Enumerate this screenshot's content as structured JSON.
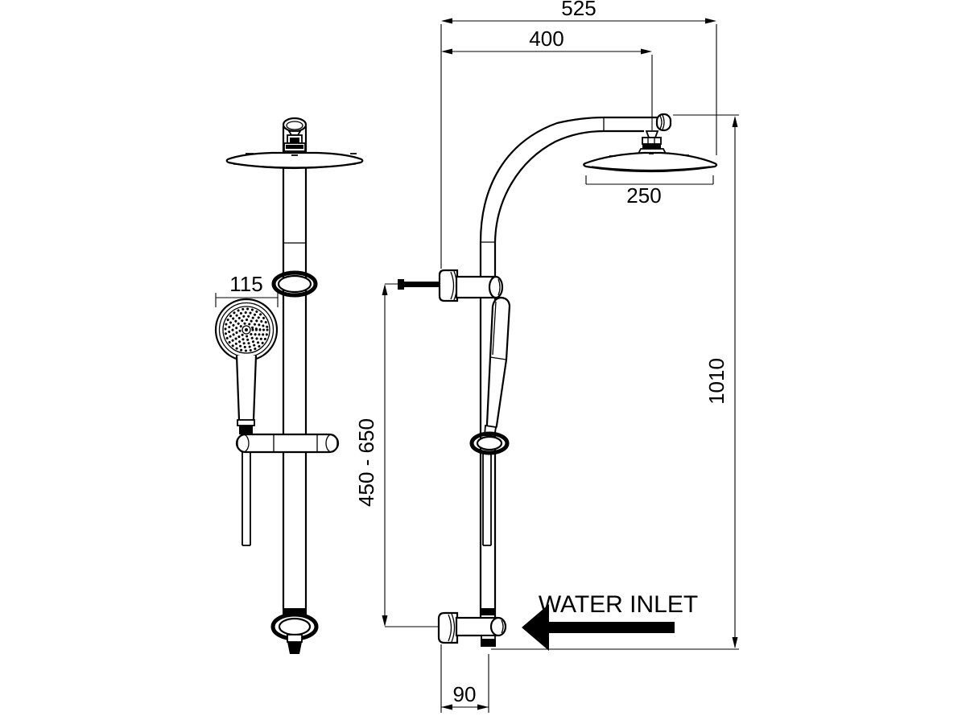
{
  "drawing": {
    "colors": {
      "line": "#000000",
      "background": "#ffffff"
    },
    "dimensions": {
      "overall_width": "525",
      "arm_projection": "400",
      "head_diameter": "250",
      "overall_height": "1010",
      "handset_diameter": "115",
      "adjustable_range": "450 - 650",
      "inlet_offset": "90"
    },
    "annotations": {
      "water_inlet": "WATER INLET"
    }
  }
}
